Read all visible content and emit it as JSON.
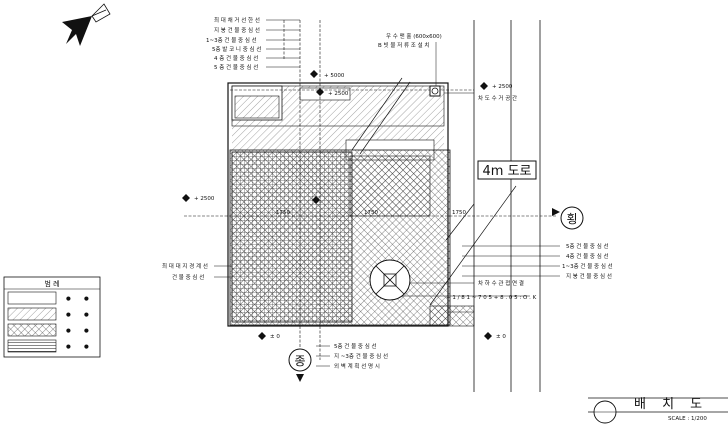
{
  "window_title": "배 치 도",
  "scale_text": "SCALE : 1/200",
  "road_label": "4m 도로",
  "circle_markers": {
    "right": "횡",
    "bottom": "종"
  },
  "legend": {
    "title": "범    례",
    "rows": [
      {
        "swatch": "blank",
        "marks": [
          "●",
          "●"
        ]
      },
      {
        "swatch": "diag",
        "marks": [
          "●",
          "●"
        ]
      },
      {
        "swatch": "grid",
        "marks": [
          "●",
          "●"
        ]
      },
      {
        "swatch": "dense",
        "marks": [
          "●",
          "●"
        ]
      }
    ]
  },
  "elevations": {
    "top": "+ 5000",
    "mid": "+ 2500",
    "right": "+ 2500",
    "left": "+ 2500",
    "bottom_left": "± 0",
    "bottom_right": "± 0"
  },
  "right_side_labels": [
    "차 도 수 거 공 간"
  ],
  "callouts": {
    "top_list": [
      "최 대 채 거 선 한 선",
      "지 붕 건 물 중 심 선",
      "1~3층 건 물 중 심 선",
      "5층 발 코 니 중 심 선",
      "4 층 건 물 중 심 선",
      "5 층 건 물 중 심 선"
    ],
    "top_right": [
      "우 수 맨 홀 (600x600)",
      "B 빗 물 저 류 조 설 치"
    ],
    "right_list": [
      "5층 건 물 중 심 선",
      "4층 건 물 중 심 선",
      "1~3층 건 물 중 심 선",
      "지 붕 건 물 중 심 선"
    ],
    "left_list": [
      "최 대 대 지 경 계 선",
      "건 물 중 심 선"
    ],
    "bottom_list": [
      "5층 건 물 중 심 선",
      "지 ~3층 건 물 중 심 선",
      "외 벽 계 획 선 명 시"
    ],
    "mid_right": [
      "차 하 수 관 접 연 결",
      "+ 1 / 8 1 ~ 7 0 5 + 8 . 0 5 : O . K"
    ],
    "dims": [
      "1750",
      "1750",
      "1750"
    ]
  },
  "colors": {
    "ink": "#111111",
    "hatch": "#555555",
    "bg": "#ffffff"
  }
}
